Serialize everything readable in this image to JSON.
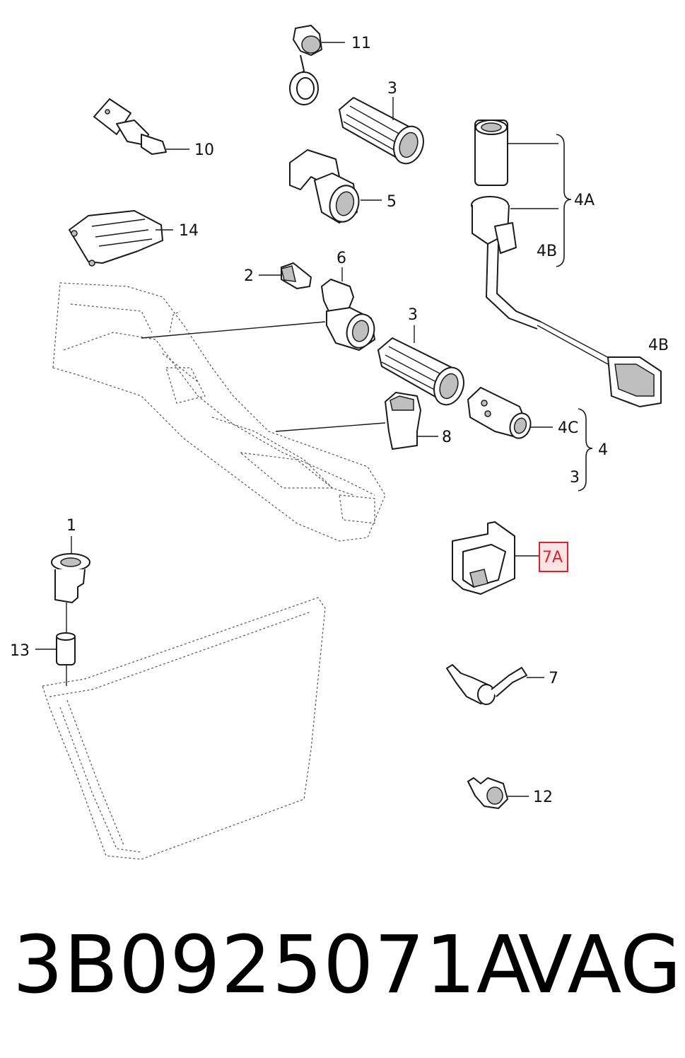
{
  "callouts": {
    "c11": "11",
    "c3_top": "3",
    "c10": "10",
    "c5": "5",
    "c4A": "4A",
    "c4B_bracket": "4B",
    "c14": "14",
    "c2": "2",
    "c6": "6",
    "c3_mid": "3",
    "c4B_connector": "4B",
    "c8": "8",
    "c4C": "4C",
    "c4": "4",
    "c3_brace": "3",
    "c1": "1",
    "c7A": "7A",
    "c13": "13",
    "c7": "7",
    "c12": "12"
  },
  "highlighted_callout": "7A",
  "highlight_color": "#d9232e",
  "footer": {
    "part_number": "3B0925071A",
    "brand": "VAG"
  }
}
